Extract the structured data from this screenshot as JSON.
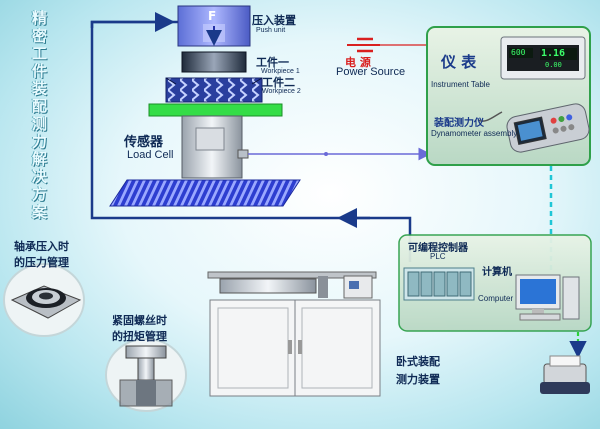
{
  "side_title": "精密工件装配测力解决方案",
  "press": {
    "push_unit_cn": "压入装置",
    "push_unit_en": "Push unit",
    "workpiece1_cn": "工件一",
    "workpiece1_en": "Workpiece 1",
    "workpiece2_cn": "工件二",
    "workpiece2_en": "Workpiece 2",
    "load_cell_cn": "传感器",
    "load_cell_en": "Load Cell",
    "push_letter": "F"
  },
  "power": {
    "cn": "电 源",
    "en": "Power Source"
  },
  "instruments": {
    "table_cn": "仪 表",
    "table_en": "Instrument Table",
    "dyn_cn": "装配测力仪",
    "dyn_en": "Dynamometer assembly",
    "display_top": "1.16",
    "display_left": "600",
    "display_sub": "0.00"
  },
  "plc": {
    "cn": "可编程控制器",
    "en": "PLC"
  },
  "computer": {
    "cn": "计算机",
    "en": "Computer"
  },
  "bearing": {
    "line1": "轴承压入时",
    "line2": "的压力管理"
  },
  "screw": {
    "line1": "紧固螺丝时",
    "line2": "的扭矩管理"
  },
  "horizontal": {
    "line1": "卧式装配",
    "line2": "测力装置"
  },
  "colors": {
    "arrow": "#1a3a8a",
    "cable": "#6a6ad8",
    "dashed": "#1fc6d6",
    "green": "#2bd13a"
  }
}
